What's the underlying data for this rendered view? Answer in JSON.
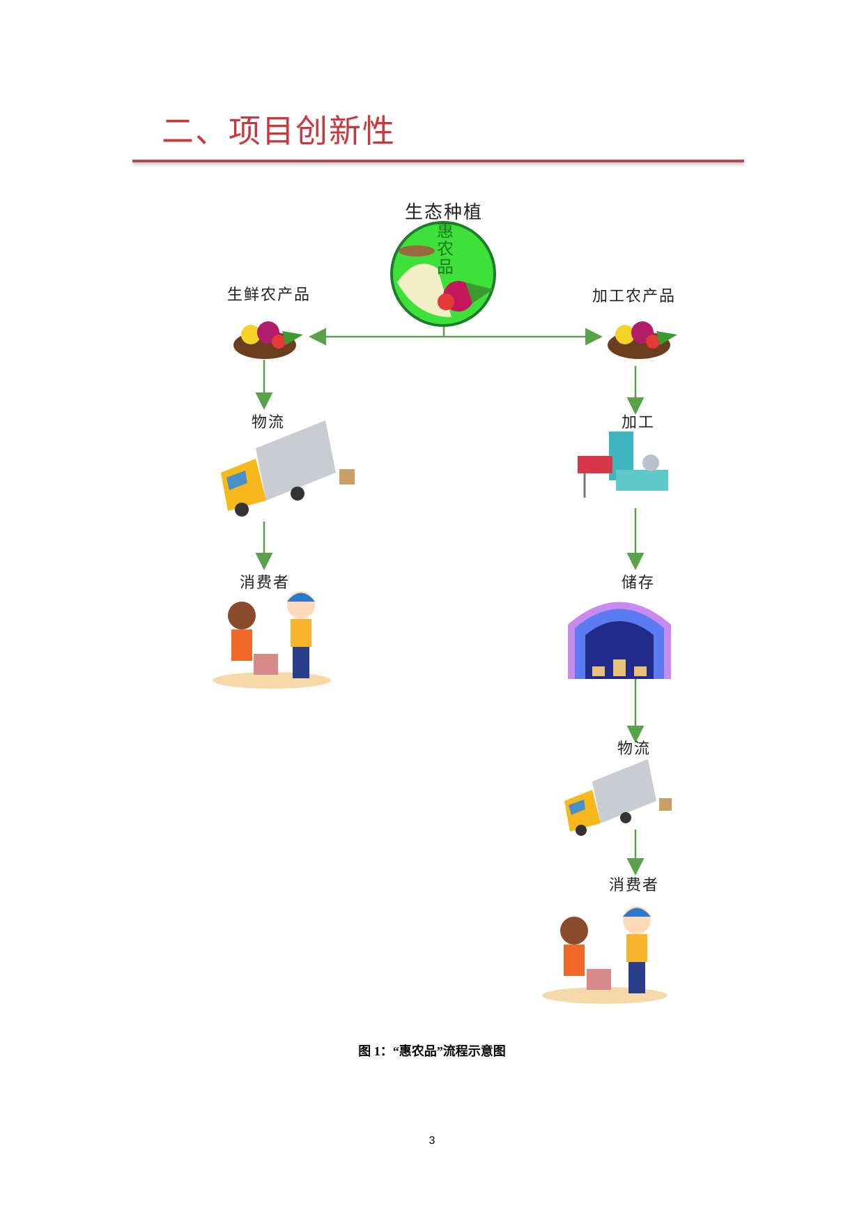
{
  "section_title": "二、项目创新性",
  "diagram": {
    "root": {
      "label": "生态种植",
      "logo_text": "惠农品"
    },
    "left_branch": [
      "生鲜农产品",
      "物流",
      "消费者"
    ],
    "right_branch": [
      "加工农产品",
      "加工",
      "储存",
      "物流",
      "消费者"
    ]
  },
  "caption": "图 1：“惠农品”流程示意图",
  "page_number": "3",
  "colors": {
    "title": "#c8383c",
    "rule": "#b54a4e",
    "arrow": "#5aa24a"
  }
}
